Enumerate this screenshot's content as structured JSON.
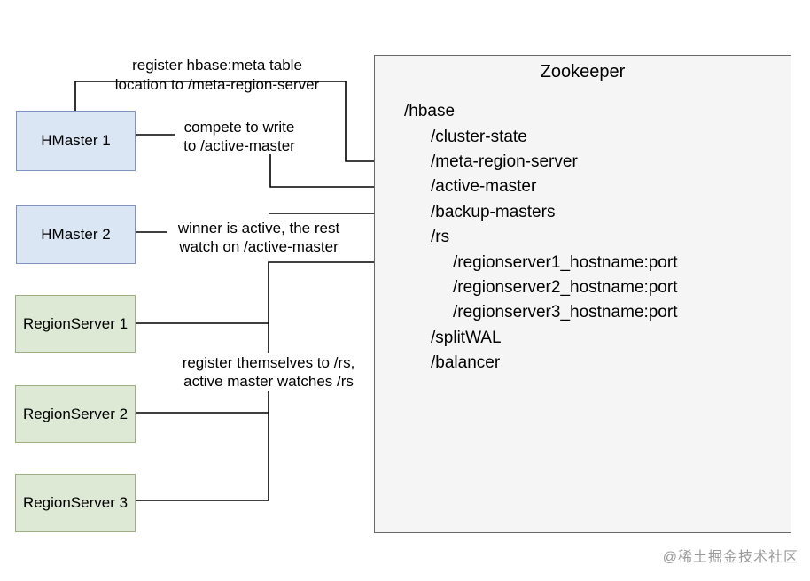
{
  "nodes": {
    "hmaster1": "HMaster 1",
    "hmaster2": "HMaster 2",
    "regionserver1": "RegionServer 1",
    "regionserver2": "RegionServer 2",
    "regionserver3": "RegionServer 3"
  },
  "zookeeper": {
    "title": "Zookeeper",
    "znodes": [
      {
        "label": "/hbase",
        "level": 0
      },
      {
        "label": "/cluster-state",
        "level": 1
      },
      {
        "label": "/meta-region-server",
        "level": 1
      },
      {
        "label": "/active-master",
        "level": 1
      },
      {
        "label": "/backup-masters",
        "level": 1
      },
      {
        "label": "/rs",
        "level": 1
      },
      {
        "label": "/regionserver1_hostname:port",
        "level": 2
      },
      {
        "label": "/regionserver2_hostname:port",
        "level": 2
      },
      {
        "label": "/regionserver3_hostname:port",
        "level": 2
      },
      {
        "label": "/splitWAL",
        "level": 1
      },
      {
        "label": "/balancer",
        "level": 1
      }
    ]
  },
  "annotations": {
    "register_meta": {
      "line1": "register hbase:meta table",
      "line2": "location to /meta-region-server"
    },
    "compete_write": {
      "line1": "compete to write",
      "line2": "to /active-master"
    },
    "winner_active": {
      "line1": "winner is active, the rest",
      "line2": "watch on /active-master"
    },
    "register_rs": {
      "line1": "register themselves to /rs,",
      "line2": "active master watches /rs"
    }
  },
  "watermark": "@稀土掘金技术社区",
  "colors": {
    "hmaster_fill": "#dbe6f5",
    "hmaster_border": "#8093c0",
    "regionserver_fill": "#dde9d4",
    "regionserver_border": "#9fae85",
    "zookeeper_fill": "#f5f5f5",
    "zookeeper_border": "#686868",
    "connector": "#000000",
    "watermark_text": "#9b9b9b"
  }
}
